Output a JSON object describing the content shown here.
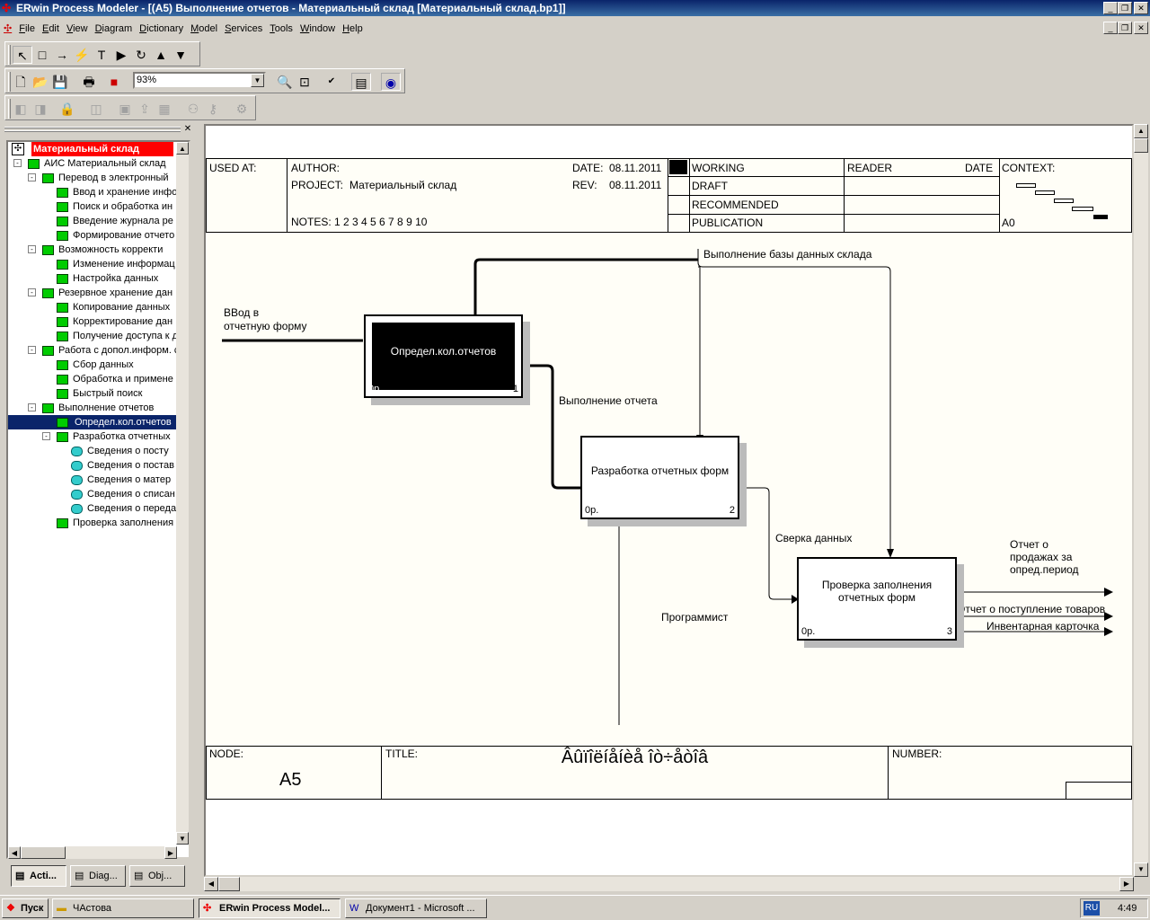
{
  "window": {
    "title": "ERwin Process Modeler - [(A5) Выполнение  отчетов - Материальный склад  [Материальный склад.bp1]]"
  },
  "menu": [
    "File",
    "Edit",
    "View",
    "Diagram",
    "Dictionary",
    "Model",
    "Services",
    "Tools",
    "Window",
    "Help"
  ],
  "toolbar": {
    "zoom": "93%"
  },
  "tree": {
    "root": "Материальный склад",
    "items": [
      {
        "label": "АИС Материальный склад",
        "level": 1,
        "exp": "-",
        "icon": "g"
      },
      {
        "label": "Перевод  в  электронный",
        "level": 2,
        "exp": "-",
        "icon": "g"
      },
      {
        "label": "Ввод и хранение  инфо",
        "level": 3,
        "icon": "g"
      },
      {
        "label": "Поиск и обработка  ин",
        "level": 3,
        "icon": "g"
      },
      {
        "label": "Введение журнала  ре",
        "level": 3,
        "icon": "g"
      },
      {
        "label": "Формирование отчето",
        "level": 3,
        "icon": "g"
      },
      {
        "label": "Возможность  корректи",
        "level": 2,
        "exp": "-",
        "icon": "g"
      },
      {
        "label": "Изменение информац",
        "level": 3,
        "icon": "g"
      },
      {
        "label": "Настройка данных",
        "level": 3,
        "icon": "g"
      },
      {
        "label": "Резервное хранение  дан",
        "level": 2,
        "exp": "-",
        "icon": "g"
      },
      {
        "label": "Копирование  данных",
        "level": 3,
        "icon": "g"
      },
      {
        "label": "Корректирование дан",
        "level": 3,
        "icon": "g"
      },
      {
        "label": "Получение доступа к д",
        "level": 3,
        "icon": "g"
      },
      {
        "label": "Работа с допол.информ. с",
        "level": 2,
        "exp": "-",
        "icon": "g"
      },
      {
        "label": "Сбор данных",
        "level": 3,
        "icon": "g"
      },
      {
        "label": "Обработка и примене",
        "level": 3,
        "icon": "g"
      },
      {
        "label": "Быстрый поиск",
        "level": 3,
        "icon": "g"
      },
      {
        "label": "Выполнение  отчетов",
        "level": 2,
        "exp": "-",
        "icon": "g"
      },
      {
        "label": "Определ.кол.отчетов",
        "level": 3,
        "icon": "g",
        "selected": true
      },
      {
        "label": "Разработка отчетных",
        "level": 3,
        "exp": "-",
        "icon": "g"
      },
      {
        "label": "Сведения о  посту",
        "level": 4,
        "icon": "c"
      },
      {
        "label": "Сведения  о постав",
        "level": 4,
        "icon": "c"
      },
      {
        "label": "Сведения  о  матер",
        "level": 4,
        "icon": "c"
      },
      {
        "label": "Сведения о  списан",
        "level": 4,
        "icon": "c"
      },
      {
        "label": "Сведения о  переда",
        "level": 4,
        "icon": "c"
      },
      {
        "label": "Проверка заполнения",
        "level": 3,
        "icon": "g"
      }
    ]
  },
  "tabs": [
    "Acti...",
    "Diag...",
    "Obj..."
  ],
  "header": {
    "used_at": "USED AT:",
    "author": "AUTHOR:",
    "project_label": "PROJECT:",
    "project": "Материальный склад",
    "date_label": "DATE:",
    "date": "08.11.2011",
    "rev_label": "REV:",
    "rev": "08.11.2011",
    "notes": "NOTES:  1  2  3  4  5  6  7  8  9  10",
    "status": [
      "WORKING",
      "DRAFT",
      "RECOMMENDED",
      "PUBLICATION"
    ],
    "reader": "READER",
    "reader_date": "DATE",
    "context": "CONTEXT:",
    "context_node": "A0"
  },
  "footer": {
    "node_label": "NODE:",
    "node": "A5",
    "title_label": "TITLE:",
    "title": "Âûïîëíåíèå  îò÷åòîâ",
    "number_label": "NUMBER:"
  },
  "boxes": [
    {
      "name": "Определ.кол.отчетов",
      "op": "0р.",
      "num": "1"
    },
    {
      "name": "Разработка отчетных форм",
      "op": "0р.",
      "num": "2"
    },
    {
      "name": "Проверка заполнения\nотчетных форм",
      "op": "0р.",
      "num": "3"
    }
  ],
  "arrows": {
    "control": "Выполнение базы данных склада",
    "input": "ВВод в\nотчетную форму",
    "out1": "Выполнение отчета",
    "out2": "Сверка данных",
    "mech": "Программист",
    "o1": "Отчет о\nпродажах за\nопред.период",
    "o2": "Отчет о поступление товаров",
    "o3": "Инвентарная карточка"
  },
  "taskbar": {
    "start": "Пуск",
    "tasks": [
      "ЧАстова",
      "ERwin Process Model...",
      "Документ1 - Microsoft ..."
    ],
    "lang": "RU",
    "time": "4:49"
  }
}
